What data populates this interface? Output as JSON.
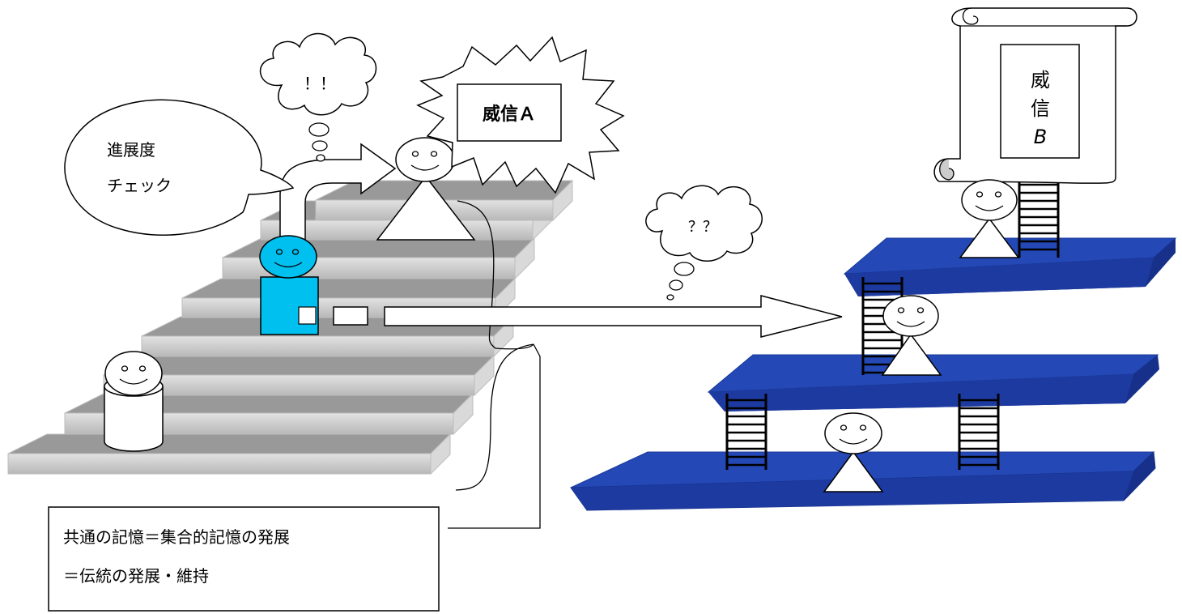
{
  "speech_bubble": {
    "line1": "進展度",
    "line2": "チェック"
  },
  "thought_top": {
    "text": "！！"
  },
  "thought_mid": {
    "text": "？？"
  },
  "prestige_a": {
    "label": "威信Ａ"
  },
  "prestige_b": {
    "chars": [
      "威",
      "信",
      "B"
    ]
  },
  "caption": {
    "line1": "共通の記憶＝集合的記憶の発展",
    "line2": "＝伝統の発展・維持"
  },
  "colors": {
    "platform": "#2448b5",
    "platform_shadow": "#16307f",
    "stair_top": "#999999",
    "stair_front": "#cccccc",
    "figure_cyan": "#00c0f0"
  }
}
